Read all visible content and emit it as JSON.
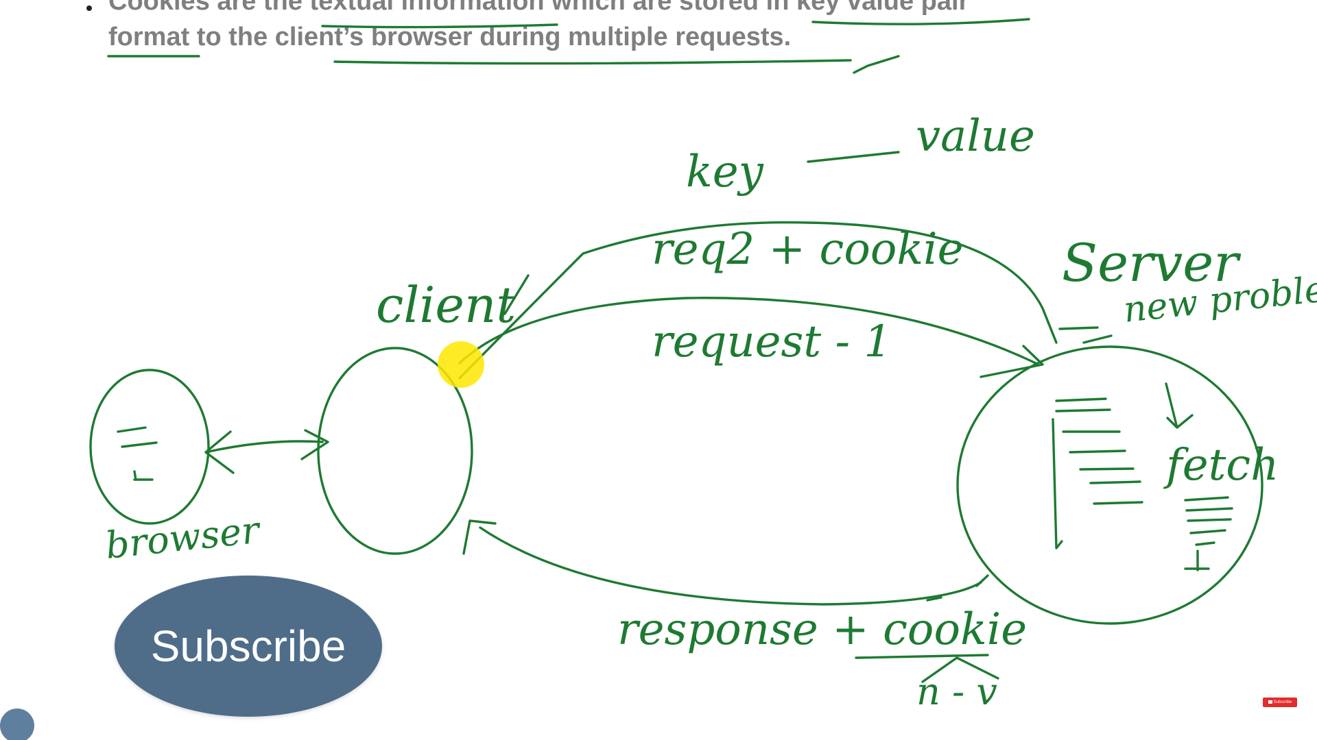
{
  "slide": {
    "bullet_line_1": "Cookies are the textual information which are stored in key value pair",
    "bullet_line_2": "format to the client’s browser during multiple requests."
  },
  "annotations": {
    "key": "key",
    "value": "value",
    "client": "client",
    "server": "Server",
    "browser": "browser",
    "req2_cookie": "req2 + cookie",
    "request_1": "request - 1",
    "response_cookie": "response + cookie",
    "new_problem": "new problem",
    "fetch": "fetch",
    "n_v": "n - v"
  },
  "overlay": {
    "subscribe_label": "Subscribe",
    "badge_label": "Subscribe"
  },
  "colors": {
    "ink": "#1e7a32",
    "slide_text": "#7f7f7f",
    "subscribe_bg": "#4f6d89",
    "cursor_highlight": "#ffe600"
  }
}
